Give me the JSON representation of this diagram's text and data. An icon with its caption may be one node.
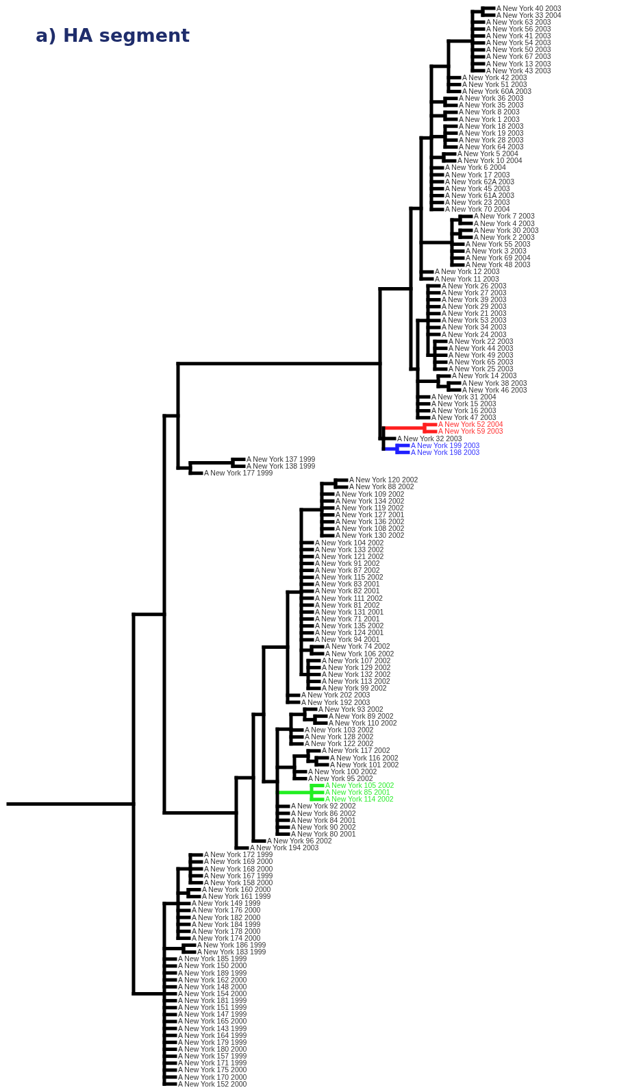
{
  "diagram": {
    "title": "a)  HA segment",
    "labels": [
      "A New York 40 2003",
      "A New York 33 2004",
      "A New York 63 2003",
      "A New York 56 2003",
      "A New York 41 2003",
      "A New York 54 2003",
      "A New York 50 2003",
      "A New York 67 2003",
      "A New York 13 2003",
      "A New York 43 2003",
      "A New York 42 2003",
      "A New York 51 2003",
      "A New York 60A 2003",
      "A New York 36 2003",
      "A New York 35 2003",
      "A New York 8 2003",
      "A New York 1 2003",
      "A New York 18 2003",
      "A New York 19 2003",
      "A New York 28 2003",
      "A New York 64 2003",
      "A New York 5 2004",
      "A New York 10 2004",
      "A New York 6 2004",
      "A New York 17 2003",
      "A New York 62A 2003",
      "A New York 45 2003",
      "A New York 61A 2003",
      "A New York 23 2003",
      "A New York 70 2004",
      "A New York 7 2003",
      "A New York 4 2003",
      "A New York 30 2003",
      "A New York 2 2003",
      "A New York 55 2003",
      "A New York 3 2003",
      "A New York 69 2004",
      "A New York 48 2003",
      "A New York 12 2003",
      "A New York 11 2003",
      "A New York 26 2003",
      "A New York 27 2003",
      "A New York 39 2003",
      "A New York 29 2003",
      "A New York 21 2003",
      "A New York 53 2003",
      "A New York 34 2003",
      "A New York 24 2003",
      "A New York 22 2003",
      "A New York 44 2003",
      "A New York 49 2003",
      "A New York 65 2003",
      "A New York 25 2003",
      "A New York 14 2003",
      "A New York 38 2003",
      "A New York 46 2003",
      "A New York 31 2004",
      "A New York 15 2003",
      "A New York 16 2003",
      "A New York 47 2003",
      "A New York 52 2004",
      "A New York 59 2003",
      "A New York 32 2003",
      "A New York 199 2003",
      "A New York 198 2003",
      "A New York 137 1999",
      "A New York 138 1999",
      "A New York 177 1999",
      "A New York 120 2002",
      "A New York 88 2002",
      "A New York 109 2002",
      "A New York 134 2002",
      "A New York 119 2002",
      "A New York 127 2001",
      "A New York 136 2002",
      "A New York 108 2002",
      "A New York 130 2002",
      "A New York 104 2002",
      "A New York 133 2002",
      "A New York 121 2002",
      "A New York 91 2002",
      "A New York 87 2002",
      "A New York 115 2002",
      "A New York 83 2001",
      "A New York 82 2001",
      "A New York 111 2002",
      "A New York 81 2002",
      "A New York 131 2001",
      "A New York 71 2001",
      "A New York 135 2002",
      "A New York 124 2001",
      "A New York 94 2001",
      "A New York 74 2002",
      "A New York 106 2002",
      "A New York 107 2002",
      "A New York 129 2002",
      "A New York 132 2002",
      "A New York 113 2002",
      "A New York 99 2002",
      "A New York 202 2003",
      "A New York 192 2003",
      "A New York 93 2002",
      "A New York 89 2002",
      "A New York 110 2002",
      "A New York 103 2002",
      "A New York 128 2002",
      "A New York 122 2002",
      "A New York 117 2002",
      "A New York 116 2002",
      "A New York 101 2002",
      "A New York 100 2002",
      "A New York 95 2002",
      "A New York 105 2002",
      "A New York 85 2001",
      "A New York 114 2002",
      "A New York 92 2002",
      "A New York 86 2002",
      "A New York 84 2001",
      "A New York 90 2002",
      "A New York 80 2001",
      "A New York 96 2002",
      "A New York 194 2003",
      "A New York 172 1999",
      "A New York 169 2000",
      "A New York 168 2000",
      "A New York 167 1999",
      "A New York 158 2000",
      "A New York 160 2000",
      "A New York 161 1999",
      "A New York 149 1999",
      "A New York 176 2000",
      "A New York 182 2000",
      "A New York 184 1999",
      "A New York 178 2000",
      "A New York 174 2000",
      "A New York 186 1999",
      "A New York 183 1999",
      "A New York 185 1999",
      "A New York 150 2000",
      "A New York 189 1999",
      "A New York 162 2000",
      "A New York 148 2000",
      "A New York 154 2000",
      "A New York 181 1999",
      "A New York 151 1999",
      "A New York 147 1999",
      "A New York 165 2000",
      "A New York 143 1999",
      "A New York 164 1999",
      "A New York 179 1999",
      "A New York 180 2000",
      "A New York 157 1999",
      "A New York 171 1999",
      "A New York 175 2000",
      "A New York 170 2000",
      "A New York 152 2000"
    ]
  }
}
